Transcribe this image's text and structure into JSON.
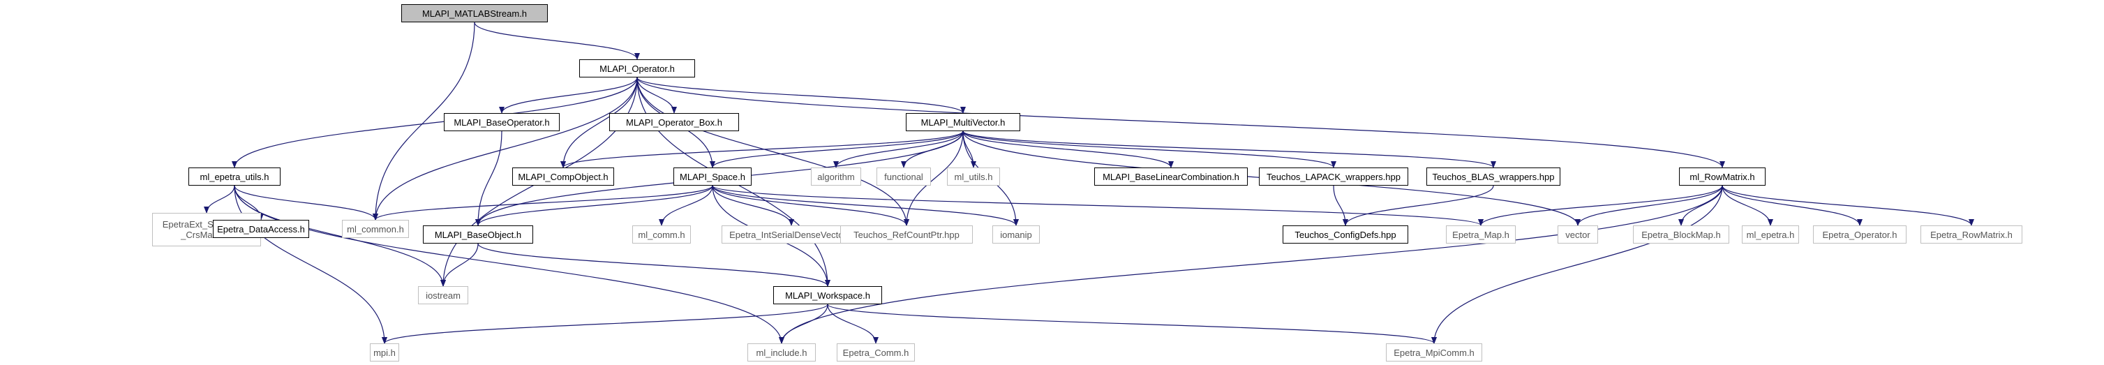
{
  "diagram": {
    "nodes": [
      {
        "id": "stream",
        "label": "MLAPI_MATLABStream.h",
        "kind": "focus"
      },
      {
        "id": "operator",
        "label": "MLAPI_Operator.h",
        "kind": "doc"
      },
      {
        "id": "baseop",
        "label": "MLAPI_BaseOperator.h",
        "kind": "doc"
      },
      {
        "id": "opbox",
        "label": "MLAPI_Operator_Box.h",
        "kind": "doc"
      },
      {
        "id": "multivector",
        "label": "MLAPI_MultiVector.h",
        "kind": "doc"
      },
      {
        "id": "epetrautils",
        "label": "ml_epetra_utils.h",
        "kind": "doc"
      },
      {
        "id": "solvermap",
        "label": "EpetraExt_SolverMap\n_CrsMatrix.h",
        "kind": "ext"
      },
      {
        "id": "dataaccess",
        "label": "Epetra_DataAccess.h",
        "kind": "doc"
      },
      {
        "id": "mlcommon",
        "label": "ml_common.h",
        "kind": "ext"
      },
      {
        "id": "compobject",
        "label": "MLAPI_CompObject.h",
        "kind": "doc"
      },
      {
        "id": "space",
        "label": "MLAPI_Space.h",
        "kind": "doc"
      },
      {
        "id": "algorithm",
        "label": "algorithm",
        "kind": "ext"
      },
      {
        "id": "functional",
        "label": "functional",
        "kind": "ext"
      },
      {
        "id": "mlutils",
        "label": "ml_utils.h",
        "kind": "ext"
      },
      {
        "id": "blc",
        "label": "MLAPI_BaseLinearCombination.h",
        "kind": "doc"
      },
      {
        "id": "lapack",
        "label": "Teuchos_LAPACK_wrappers.hpp",
        "kind": "doc"
      },
      {
        "id": "blas",
        "label": "Teuchos_BLAS_wrappers.hpp",
        "kind": "doc"
      },
      {
        "id": "rowmatrix",
        "label": "ml_RowMatrix.h",
        "kind": "doc"
      },
      {
        "id": "baseobject",
        "label": "MLAPI_BaseObject.h",
        "kind": "doc"
      },
      {
        "id": "mlcomm",
        "label": "ml_comm.h",
        "kind": "ext"
      },
      {
        "id": "intserial",
        "label": "Epetra_IntSerialDenseVector.h",
        "kind": "ext"
      },
      {
        "id": "rcp",
        "label": "Teuchos_RefCountPtr.hpp",
        "kind": "ext"
      },
      {
        "id": "iomanip",
        "label": "iomanip",
        "kind": "ext"
      },
      {
        "id": "configdefs",
        "label": "Teuchos_ConfigDefs.hpp",
        "kind": "doc"
      },
      {
        "id": "epetramap",
        "label": "Epetra_Map.h",
        "kind": "ext"
      },
      {
        "id": "vector",
        "label": "vector",
        "kind": "ext"
      },
      {
        "id": "blockmap",
        "label": "Epetra_BlockMap.h",
        "kind": "ext"
      },
      {
        "id": "mlepetra",
        "label": "ml_epetra.h",
        "kind": "ext"
      },
      {
        "id": "epetraop",
        "label": "Epetra_Operator.h",
        "kind": "ext"
      },
      {
        "id": "epetrarowmatrix",
        "label": "Epetra_RowMatrix.h",
        "kind": "ext"
      },
      {
        "id": "iostream",
        "label": "iostream",
        "kind": "ext"
      },
      {
        "id": "workspace",
        "label": "MLAPI_Workspace.h",
        "kind": "doc"
      },
      {
        "id": "mpi",
        "label": "mpi.h",
        "kind": "ext"
      },
      {
        "id": "mlinclude",
        "label": "ml_include.h",
        "kind": "ext"
      },
      {
        "id": "epetracomm",
        "label": "Epetra_Comm.h",
        "kind": "ext"
      },
      {
        "id": "mpicomm",
        "label": "Epetra_MpiComm.h",
        "kind": "ext"
      }
    ],
    "edges": [
      [
        "stream",
        "operator"
      ],
      [
        "stream",
        "mlcommon"
      ],
      [
        "operator",
        "epetrautils"
      ],
      [
        "operator",
        "mlcommon"
      ],
      [
        "operator",
        "baseop"
      ],
      [
        "operator",
        "compobject"
      ],
      [
        "operator",
        "opbox"
      ],
      [
        "operator",
        "space"
      ],
      [
        "operator",
        "multivector"
      ],
      [
        "operator",
        "rcp"
      ],
      [
        "operator",
        "iostream"
      ],
      [
        "operator",
        "workspace"
      ],
      [
        "operator",
        "rowmatrix"
      ],
      [
        "multivector",
        "baseobject"
      ],
      [
        "multivector",
        "compobject"
      ],
      [
        "multivector",
        "space"
      ],
      [
        "multivector",
        "algorithm"
      ],
      [
        "multivector",
        "functional"
      ],
      [
        "multivector",
        "rcp"
      ],
      [
        "multivector",
        "mlutils"
      ],
      [
        "multivector",
        "iomanip"
      ],
      [
        "multivector",
        "blc"
      ],
      [
        "multivector",
        "lapack"
      ],
      [
        "multivector",
        "blas"
      ],
      [
        "multivector",
        "vector"
      ],
      [
        "epetrautils",
        "solvermap"
      ],
      [
        "epetrautils",
        "dataaccess"
      ],
      [
        "epetrautils",
        "mlcommon"
      ],
      [
        "epetrautils",
        "iostream"
      ],
      [
        "epetrautils",
        "mpi"
      ],
      [
        "epetrautils",
        "mlinclude"
      ],
      [
        "baseop",
        "baseobject"
      ],
      [
        "space",
        "mlcommon"
      ],
      [
        "space",
        "baseobject"
      ],
      [
        "space",
        "mlcomm"
      ],
      [
        "space",
        "intserial"
      ],
      [
        "space",
        "rcp"
      ],
      [
        "space",
        "iomanip"
      ],
      [
        "space",
        "workspace"
      ],
      [
        "space",
        "epetramap"
      ],
      [
        "baseobject",
        "iostream"
      ],
      [
        "baseobject",
        "workspace"
      ],
      [
        "lapack",
        "configdefs"
      ],
      [
        "blas",
        "configdefs"
      ],
      [
        "rowmatrix",
        "epetramap"
      ],
      [
        "rowmatrix",
        "vector"
      ],
      [
        "rowmatrix",
        "blockmap"
      ],
      [
        "rowmatrix",
        "mlepetra"
      ],
      [
        "rowmatrix",
        "epetraop"
      ],
      [
        "rowmatrix",
        "epetrarowmatrix"
      ],
      [
        "rowmatrix",
        "mlinclude"
      ],
      [
        "rowmatrix",
        "mpicomm"
      ],
      [
        "workspace",
        "mpi"
      ],
      [
        "workspace",
        "mlinclude"
      ],
      [
        "workspace",
        "epetracomm"
      ],
      [
        "workspace",
        "mpicomm"
      ]
    ]
  }
}
